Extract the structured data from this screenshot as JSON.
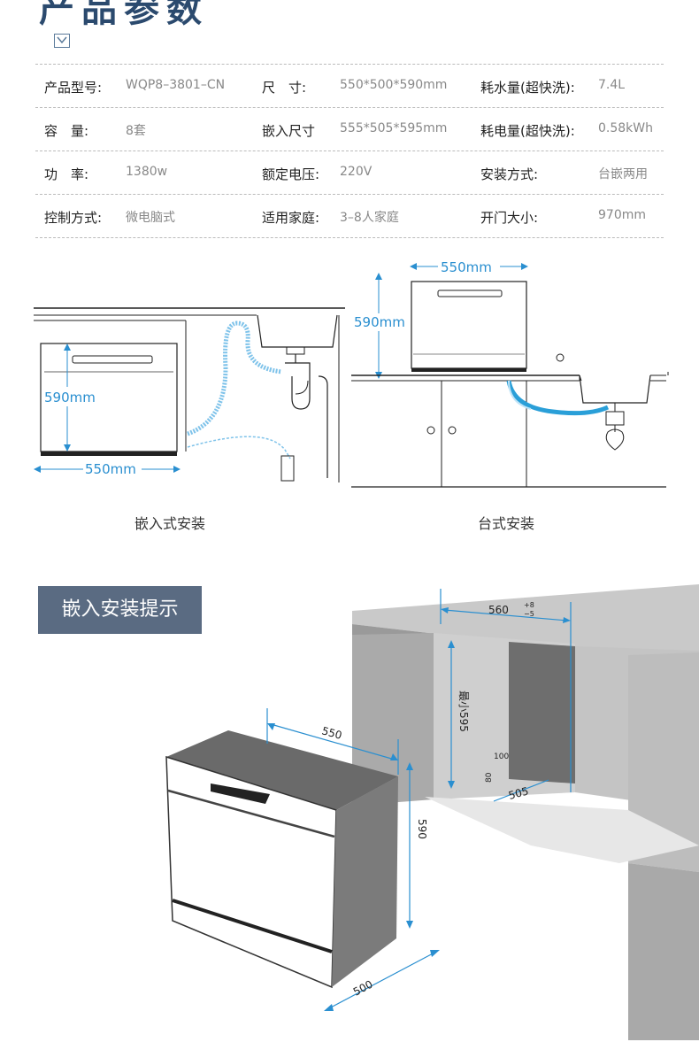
{
  "page": {
    "title": "产品参数",
    "specs": [
      {
        "l1": "产品型号:",
        "v1": "WQP8–3801–CN",
        "l2": "尺　寸:",
        "v2": "550*500*590mm",
        "l3": "耗水量(超快洗):",
        "v3": "7.4L"
      },
      {
        "l1": "容　量:",
        "v1": "8套",
        "l2": "嵌入尺寸",
        "v2": "555*505*595mm",
        "l3": "耗电量(超快洗):",
        "v3": "0.58kWh"
      },
      {
        "l1": "功　率:",
        "v1": "1380w",
        "l2": "额定电压:",
        "v2": "220V",
        "l3": "安装方式:",
        "v3": "台嵌两用"
      },
      {
        "l1": "控制方式:",
        "v1": "微电脑式",
        "l2": "适用家庭:",
        "v2": "3–8人家庭",
        "l3": "开门大小:",
        "v3": "970mm"
      }
    ],
    "install": {
      "embedded": {
        "height": "590mm",
        "width": "550mm",
        "caption": "嵌入式安装"
      },
      "tabletop": {
        "height": "590mm",
        "width": "550mm",
        "caption": "台式安装"
      }
    },
    "tips": {
      "badge": "嵌入安装提示",
      "cabinet_width": "560",
      "cabinet_tol_plus": "+8",
      "cabinet_tol_minus": "−5",
      "cabinet_height": "最小595",
      "gap_100": "100",
      "gap_80": "80",
      "depth_505": "505",
      "unit_width": "550",
      "unit_height": "590",
      "unit_depth": "500"
    }
  },
  "colors": {
    "accent": "#2a8fd0",
    "title": "#2b4a6e",
    "badge": "#5a6b82"
  }
}
